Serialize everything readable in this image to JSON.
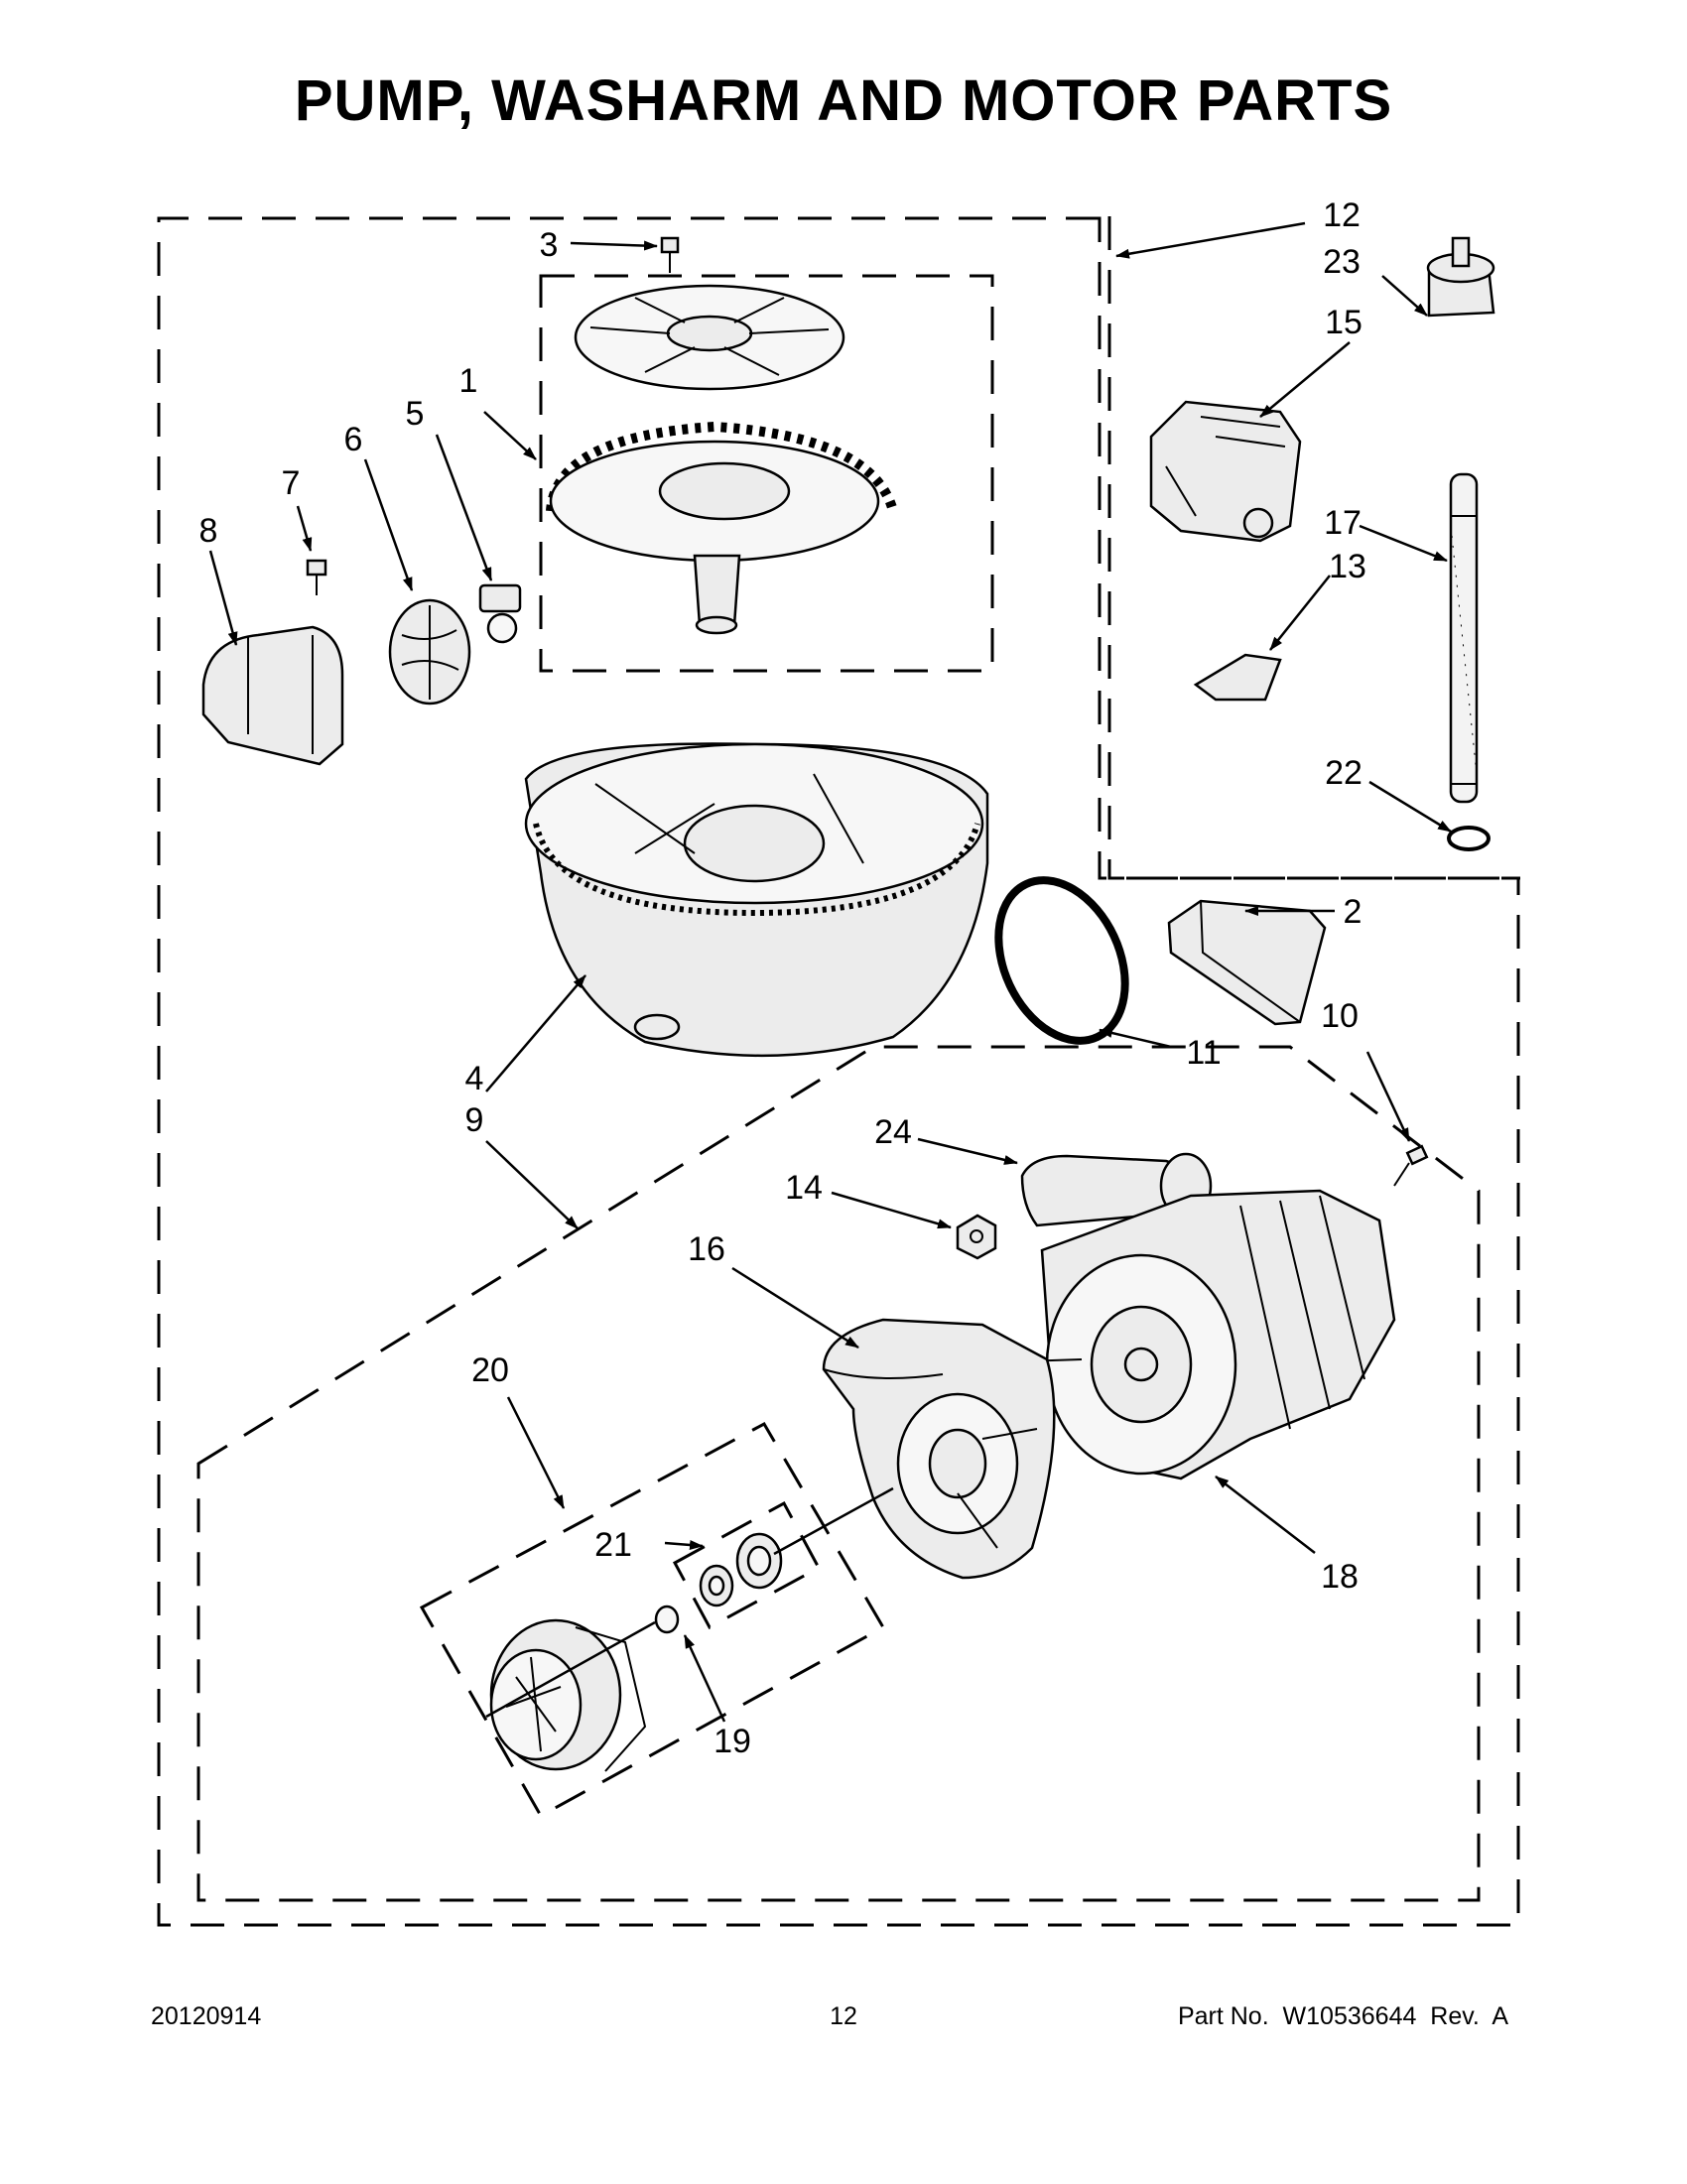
{
  "page": {
    "title": "PUMP, WASHARM AND MOTOR PARTS",
    "footer": {
      "date": "20120914",
      "page_number": "12",
      "part_no": "Part No.  W10536644  Rev.  A"
    }
  },
  "diagram": {
    "callouts": [
      {
        "id": "c1",
        "label": "1"
      },
      {
        "id": "c2",
        "label": "2"
      },
      {
        "id": "c3",
        "label": "3"
      },
      {
        "id": "c4",
        "label": "4"
      },
      {
        "id": "c5",
        "label": "5"
      },
      {
        "id": "c6",
        "label": "6"
      },
      {
        "id": "c7",
        "label": "7"
      },
      {
        "id": "c8",
        "label": "8"
      },
      {
        "id": "c9",
        "label": "9"
      },
      {
        "id": "c10",
        "label": "10"
      },
      {
        "id": "c11",
        "label": "11"
      },
      {
        "id": "c12",
        "label": "12"
      },
      {
        "id": "c13",
        "label": "13"
      },
      {
        "id": "c14",
        "label": "14"
      },
      {
        "id": "c15",
        "label": "15"
      },
      {
        "id": "c16",
        "label": "16"
      },
      {
        "id": "c17",
        "label": "17"
      },
      {
        "id": "c18",
        "label": "18"
      },
      {
        "id": "c19",
        "label": "19"
      },
      {
        "id": "c20",
        "label": "20"
      },
      {
        "id": "c21",
        "label": "21"
      },
      {
        "id": "c22",
        "label": "22"
      },
      {
        "id": "c23",
        "label": "23"
      },
      {
        "id": "c24",
        "label": "24"
      }
    ]
  }
}
